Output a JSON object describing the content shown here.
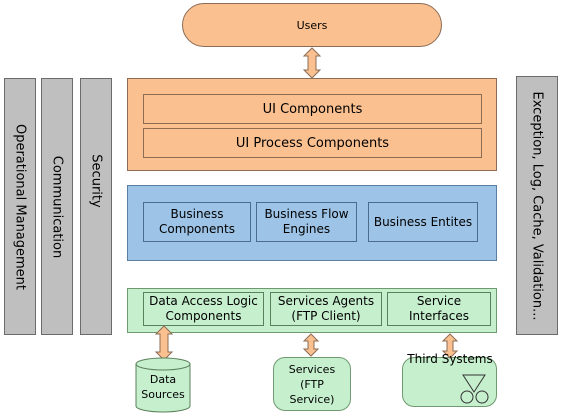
{
  "users": "Users",
  "side": {
    "operational": "Operational Management",
    "communication": "Communication",
    "security": "Security",
    "crosscutting": "Exception, Log, Cache, Validation..."
  },
  "ui": {
    "components": "UI Components",
    "process": "UI Process Components"
  },
  "business": {
    "components": [
      "Business",
      "Components"
    ],
    "flow": [
      "Business Flow",
      "Engines"
    ],
    "entities": "Business Entites"
  },
  "data": {
    "dal": [
      "Data Access Logic",
      "Components"
    ],
    "agents": [
      "Services Agents",
      "(FTP Client)"
    ],
    "interfaces": [
      "Service",
      "Interfaces"
    ]
  },
  "external": {
    "data_sources": [
      "Data",
      "Sources"
    ],
    "services": [
      "Services",
      "(FTP",
      "Service)"
    ],
    "third": "Third Systems"
  },
  "colors": {
    "orange": "#FAC090",
    "blue": "#9DC3E6",
    "green": "#C6EFCE",
    "gray": "#BFBFBF"
  }
}
